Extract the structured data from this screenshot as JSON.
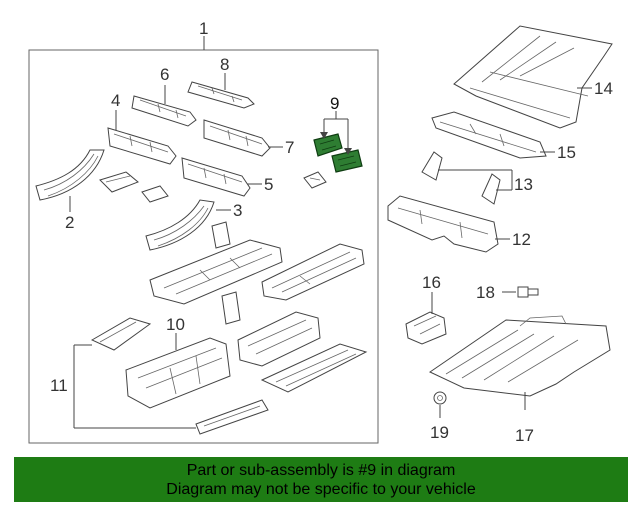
{
  "diagram": {
    "callouts": {
      "c1": "1",
      "c2": "2",
      "c3": "3",
      "c4": "4",
      "c5": "5",
      "c6": "6",
      "c7": "7",
      "c8": "8",
      "c9": "9",
      "c10": "10",
      "c11": "11",
      "c12": "12",
      "c13": "13",
      "c14": "14",
      "c15": "15",
      "c16": "16",
      "c17": "17",
      "c18": "18",
      "c19": "19"
    },
    "highlighted_part": "9",
    "highlight_color": "#2e7d32"
  },
  "banner": {
    "line1": "Part or sub-assembly is #9 in diagram",
    "line2": "Diagram may not be specific to your vehicle",
    "background": "#1e7c14"
  }
}
